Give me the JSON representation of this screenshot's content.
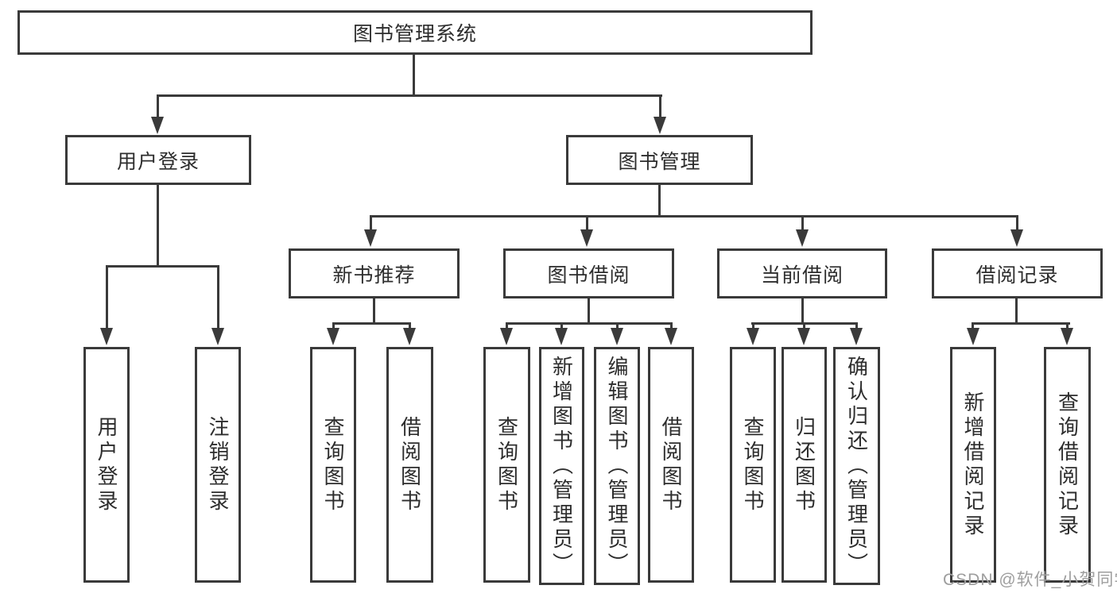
{
  "diagram": {
    "type": "hierarchy-tree",
    "orientation": "top-down",
    "tree": {
      "root": {
        "label": "图书管理系统"
      },
      "children": [
        {
          "label": "用户登录",
          "children": [
            {
              "label": "用户登录"
            },
            {
              "label": "注销登录"
            }
          ]
        },
        {
          "label": "图书管理",
          "children": [
            {
              "label": "新书推荐",
              "children": [
                {
                  "label": "查询图书"
                },
                {
                  "label": "借阅图书"
                }
              ]
            },
            {
              "label": "图书借阅",
              "children": [
                {
                  "label": "查询图书"
                },
                {
                  "label": "新增图书（管理员）"
                },
                {
                  "label": "编辑图书（管理员）"
                },
                {
                  "label": "借阅图书"
                }
              ]
            },
            {
              "label": "当前借阅",
              "children": [
                {
                  "label": "查询图书"
                },
                {
                  "label": "归还图书"
                },
                {
                  "label": "确认归还（管理员）"
                }
              ]
            },
            {
              "label": "借阅记录",
              "children": [
                {
                  "label": "新增借阅记录"
                },
                {
                  "label": "查询借阅记录"
                }
              ]
            }
          ]
        }
      ]
    },
    "colors": {
      "line": "#3a3a3a",
      "box_border": "#3a3a3a",
      "box_fill": "#ffffff",
      "text": "#2d2d2d",
      "background": "#ffffff"
    }
  },
  "watermark": {
    "text": "CSDN @软件_小贺同学",
    "color": "#9e9e9e"
  }
}
